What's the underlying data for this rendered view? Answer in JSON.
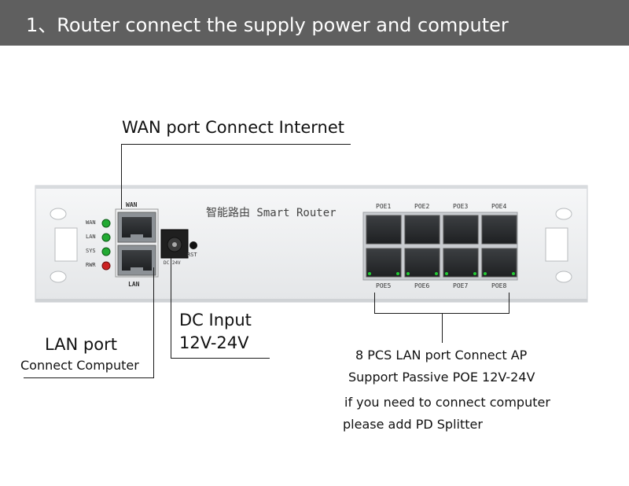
{
  "banner": {
    "title": "1、Router connect the supply power and computer"
  },
  "device": {
    "brand_label": "智能路由 Smart Router",
    "wan_label": "WAN",
    "lan_label": "LAN",
    "rst_label": "RST",
    "dc_label": "DC 24V",
    "leds": [
      {
        "label": "WAN",
        "color": "#22aa33"
      },
      {
        "label": "LAN",
        "color": "#22aa33"
      },
      {
        "label": "SYS",
        "color": "#22aa33"
      },
      {
        "label": "RWR",
        "color": "#cc2222"
      }
    ],
    "poe_top": [
      "POE1",
      "POE2",
      "POE3",
      "POE4"
    ],
    "poe_bottom": [
      "POE5",
      "POE6",
      "POE7",
      "POE8"
    ]
  },
  "callouts": {
    "wan": "WAN port Connect Internet",
    "lan_line1": "LAN port",
    "lan_line2": "Connect Computer",
    "dc_line1": "DC Input",
    "dc_line2": "12V-24V",
    "poe_line1": "8 PCS LAN port Connect AP",
    "poe_line2": "Support Passive POE 12V-24V",
    "poe_line3": "if you need to connect computer",
    "poe_line4": "please add PD Splitter"
  }
}
